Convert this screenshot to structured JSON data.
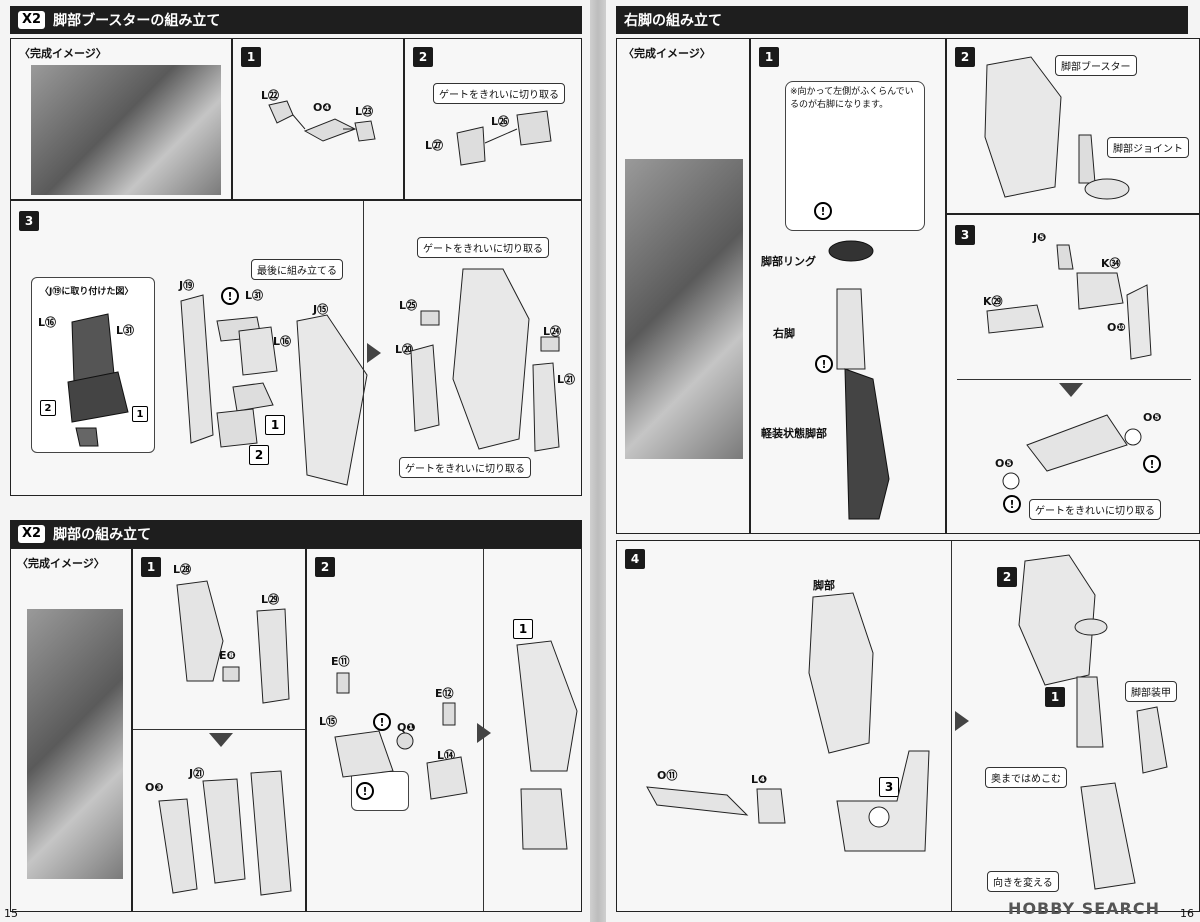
{
  "left_page": {
    "section1": {
      "badge": "X2",
      "title": "脚部ブースターの組み立て"
    },
    "section2": {
      "badge": "X2",
      "title": "脚部の組み立て"
    },
    "finished_label": "〈完成イメージ〉",
    "detail_label": "〈J⑲に取り付けた図〉",
    "notes": {
      "gate": "ゲートをきれいに切り取る",
      "last": "最後に組み立てる"
    },
    "parts": {
      "L22": "L㉒",
      "O4": "O❹",
      "L23": "L㉓",
      "L27": "L㉗",
      "L26": "L㉖",
      "L16": "L⑯",
      "L31": "L㉛",
      "J19": "J⑲",
      "J15": "J⑮",
      "L25": "L㉕",
      "L24": "L㉔",
      "L20": "L⑳",
      "L21": "L㉑",
      "L28": "L㉘",
      "L29": "L㉙",
      "E8": "E❽",
      "O3": "O❸",
      "J21": "J㉑",
      "E11": "E⑪",
      "E12": "E⑫",
      "L15": "L⑮",
      "Q1": "Q❶",
      "L14": "L⑭"
    },
    "steps": [
      "1",
      "2",
      "3"
    ],
    "page_number": "15"
  },
  "right_page": {
    "section": {
      "title": "右脚の組み立て"
    },
    "finished_label": "〈完成イメージ〉",
    "note_right": "※向かって左側がふくらんでいるのが右脚になります。",
    "labels": {
      "ring": "脚部リング",
      "right_leg": "右脚",
      "light_leg": "軽装状態脚部",
      "booster": "脚部ブースター",
      "joint": "脚部ジョイント",
      "leg": "脚部",
      "armor": "脚部装甲",
      "push": "奥まではめこむ",
      "turn": "向きを変える",
      "gate": "ゲートをきれいに切り取る"
    },
    "parts": {
      "J5": "J❺",
      "K34": "K㉞",
      "K29": "K㉙",
      "O10": "O❿",
      "O5": "O❺",
      "O11": "O⑪",
      "L4": "L❹"
    },
    "steps": [
      "1",
      "2",
      "3",
      "4"
    ],
    "page_number": "16"
  },
  "watermark": "HOBBY SEARCH"
}
